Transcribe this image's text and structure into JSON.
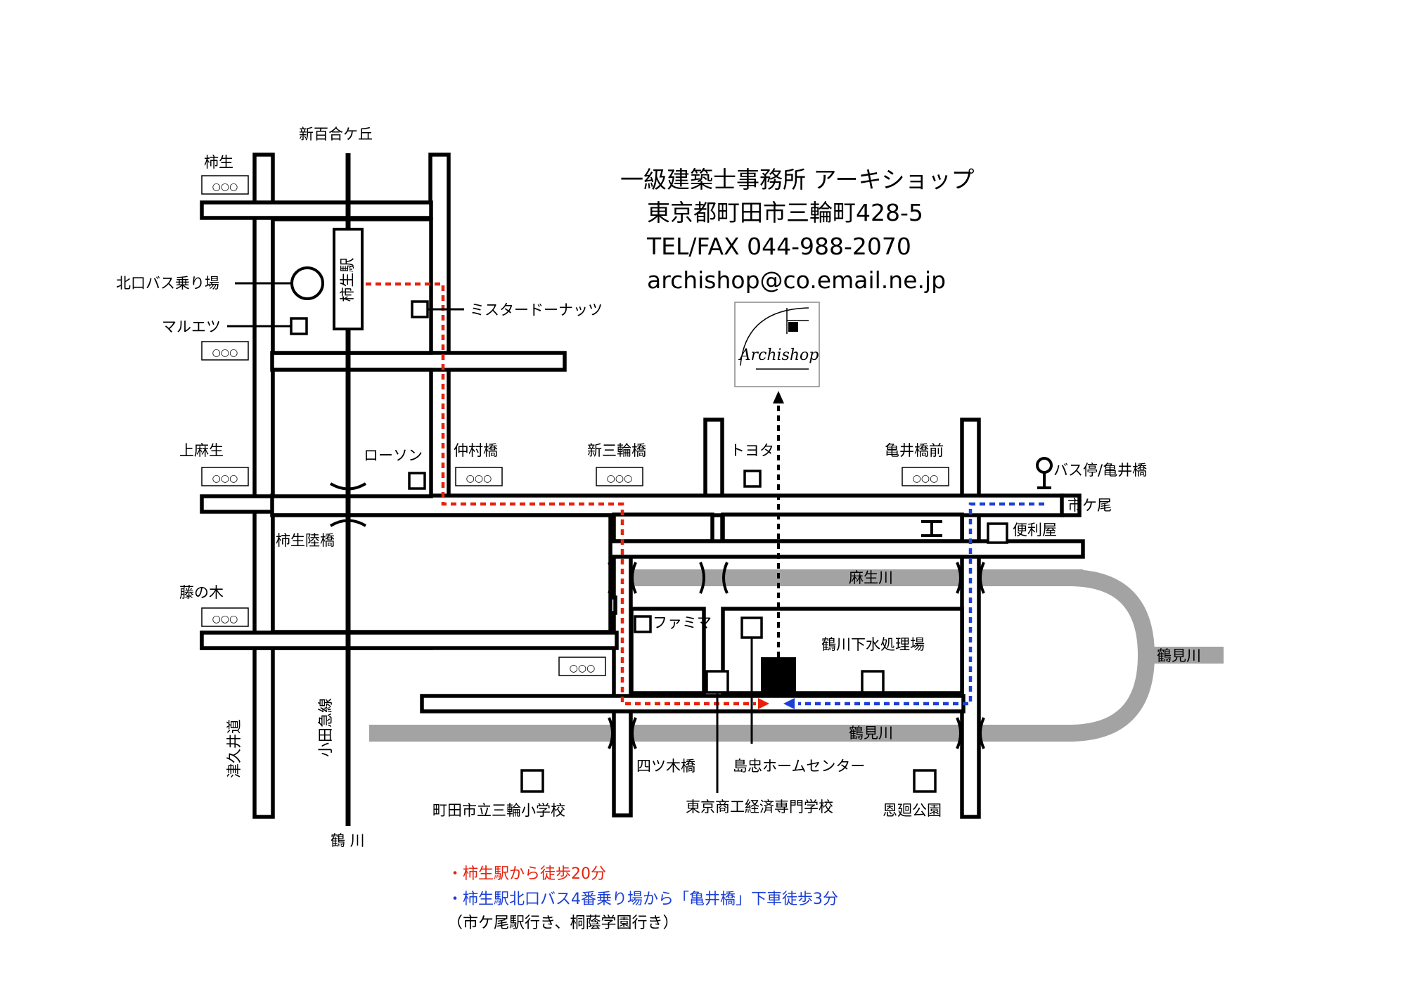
{
  "colors": {
    "walk_route": "#e8210d",
    "bus_route": "#1c3fd6",
    "river": "#a3a3a3",
    "road": "#000000"
  },
  "office": {
    "name": "一級建築士事務所 アーキショップ",
    "address": "東京都町田市三輪町428-5",
    "telfax": "TEL/FAX 044-988-2070",
    "email": "archishop@co.email.ne.jp",
    "logo_text": "Archishop"
  },
  "labels": {
    "shinyurigaoka": "新百合ケ丘",
    "kakio_top": "柿生",
    "kakio_station": "柿生駅",
    "north_bus_stop": "北口バス乗り場",
    "maruetsu": "マルエツ",
    "mister_donut": "ミスタードーナッツ",
    "kamiasao": "上麻生",
    "lawson": "ローソン",
    "nakamurabashi": "仲村橋",
    "shinmiwabashi": "新三輪橋",
    "toyota": "トヨタ",
    "kameibashimae": "亀井橋前",
    "bus_stop_kameibashi": "バス停/亀井橋",
    "ichigao": "市ケ尾",
    "benriya": "便利屋",
    "kakio_rikkyo": "柿生陸橋",
    "asaogawa": "麻生川",
    "fujinoki": "藤の木",
    "familymart": "ファミマ",
    "sewage_plant": "鶴川下水処理場",
    "tsurumigawa_right": "鶴見川",
    "tsurumigawa_bottom": "鶴見川",
    "tsukui_road": "津久井道",
    "odakyu_line": "小田急線",
    "yotsugibashi": "四ツ木橋",
    "shimachu": "島忠ホームセンター",
    "miwa_school": "町田市立三輪小学校",
    "tokyo_shoko": "東京商工経済専門学校",
    "onmawari_park": "恩廻公園",
    "tsurukawa": "鶴 川",
    "signal": "○○○"
  },
  "notes": {
    "walk": "・柿生駅から徒歩20分",
    "bus": "・柿生駅北口バス4番乗り場から「亀井橋」下車徒歩3分",
    "bus_detail": "（市ケ尾駅行き、桐蔭学園行き）"
  }
}
